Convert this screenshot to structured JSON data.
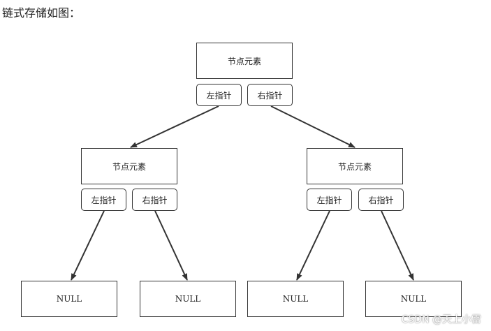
{
  "heading": "链式存储如图：",
  "node_label": "节点元素",
  "left_ptr_label": "左指针",
  "right_ptr_label": "右指针",
  "null_label": "NULL",
  "watermark": "CSDN @天上小雷",
  "colors": {
    "line": "#333333",
    "border": "#333333",
    "text": "#222222"
  }
}
